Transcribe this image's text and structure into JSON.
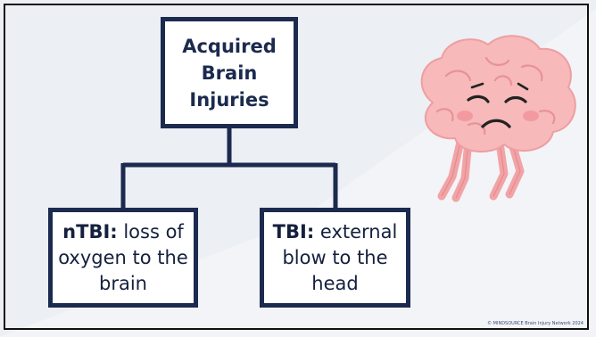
{
  "diagram": {
    "root": {
      "lines": [
        "Acquired",
        "Brain",
        "Injuries"
      ]
    },
    "children": [
      {
        "term": "nTBI:",
        "rest": " loss of oxygen to the brain"
      },
      {
        "term": "TBI:",
        "rest": " external blow to the head"
      }
    ]
  },
  "illustration": {
    "icon": "sad-brain-icon"
  },
  "footer": {
    "text": "© MINDSOURCE Brain Injury Network 2024"
  },
  "colors": {
    "box_border": "#1b2a4e",
    "background": "#f6f7f9",
    "brain": "#f7b9b9"
  }
}
